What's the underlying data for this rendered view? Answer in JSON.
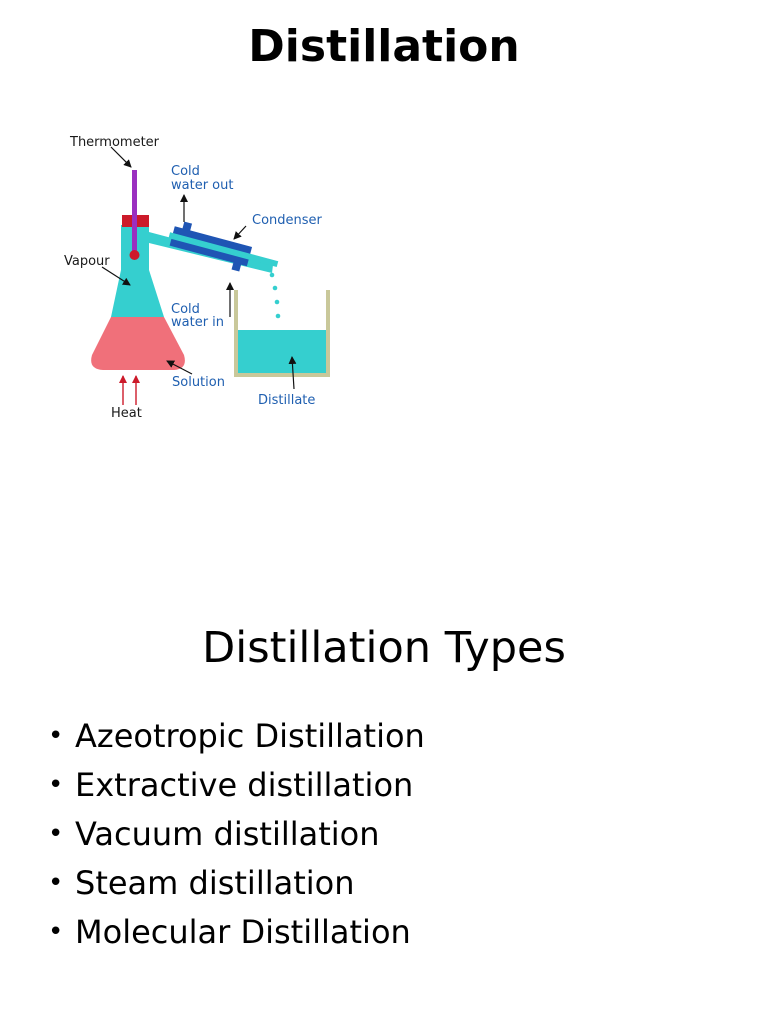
{
  "title": "Distillation",
  "diagram": {
    "labels": {
      "thermometer": "Thermometer",
      "cold_water_out_1": "Cold",
      "cold_water_out_2": "water out",
      "condenser": "Condenser",
      "vapour": "Vapour",
      "cold_water_in_1": "Cold",
      "cold_water_in_2": "water in",
      "solution": "Solution",
      "heat": "Heat",
      "distillate": "Distillate"
    },
    "colors": {
      "thermometer": "#9b2fc0",
      "stopper": "#cc1a2a",
      "vapour": "#35cfcf",
      "solution": "#f0707a",
      "condenser": "#1f55b4",
      "distillate": "#35cfcf",
      "beaker": "#c9c89a",
      "heat": "#cc1a2a",
      "label_blue": "#1f5fb0"
    }
  },
  "section_title": "Distillation Types",
  "types": [
    "Azeotropic Distillation",
    "Extractive distillation",
    "Vacuum distillation",
    "Steam distillation",
    "Molecular Distillation"
  ],
  "bullet": "•"
}
